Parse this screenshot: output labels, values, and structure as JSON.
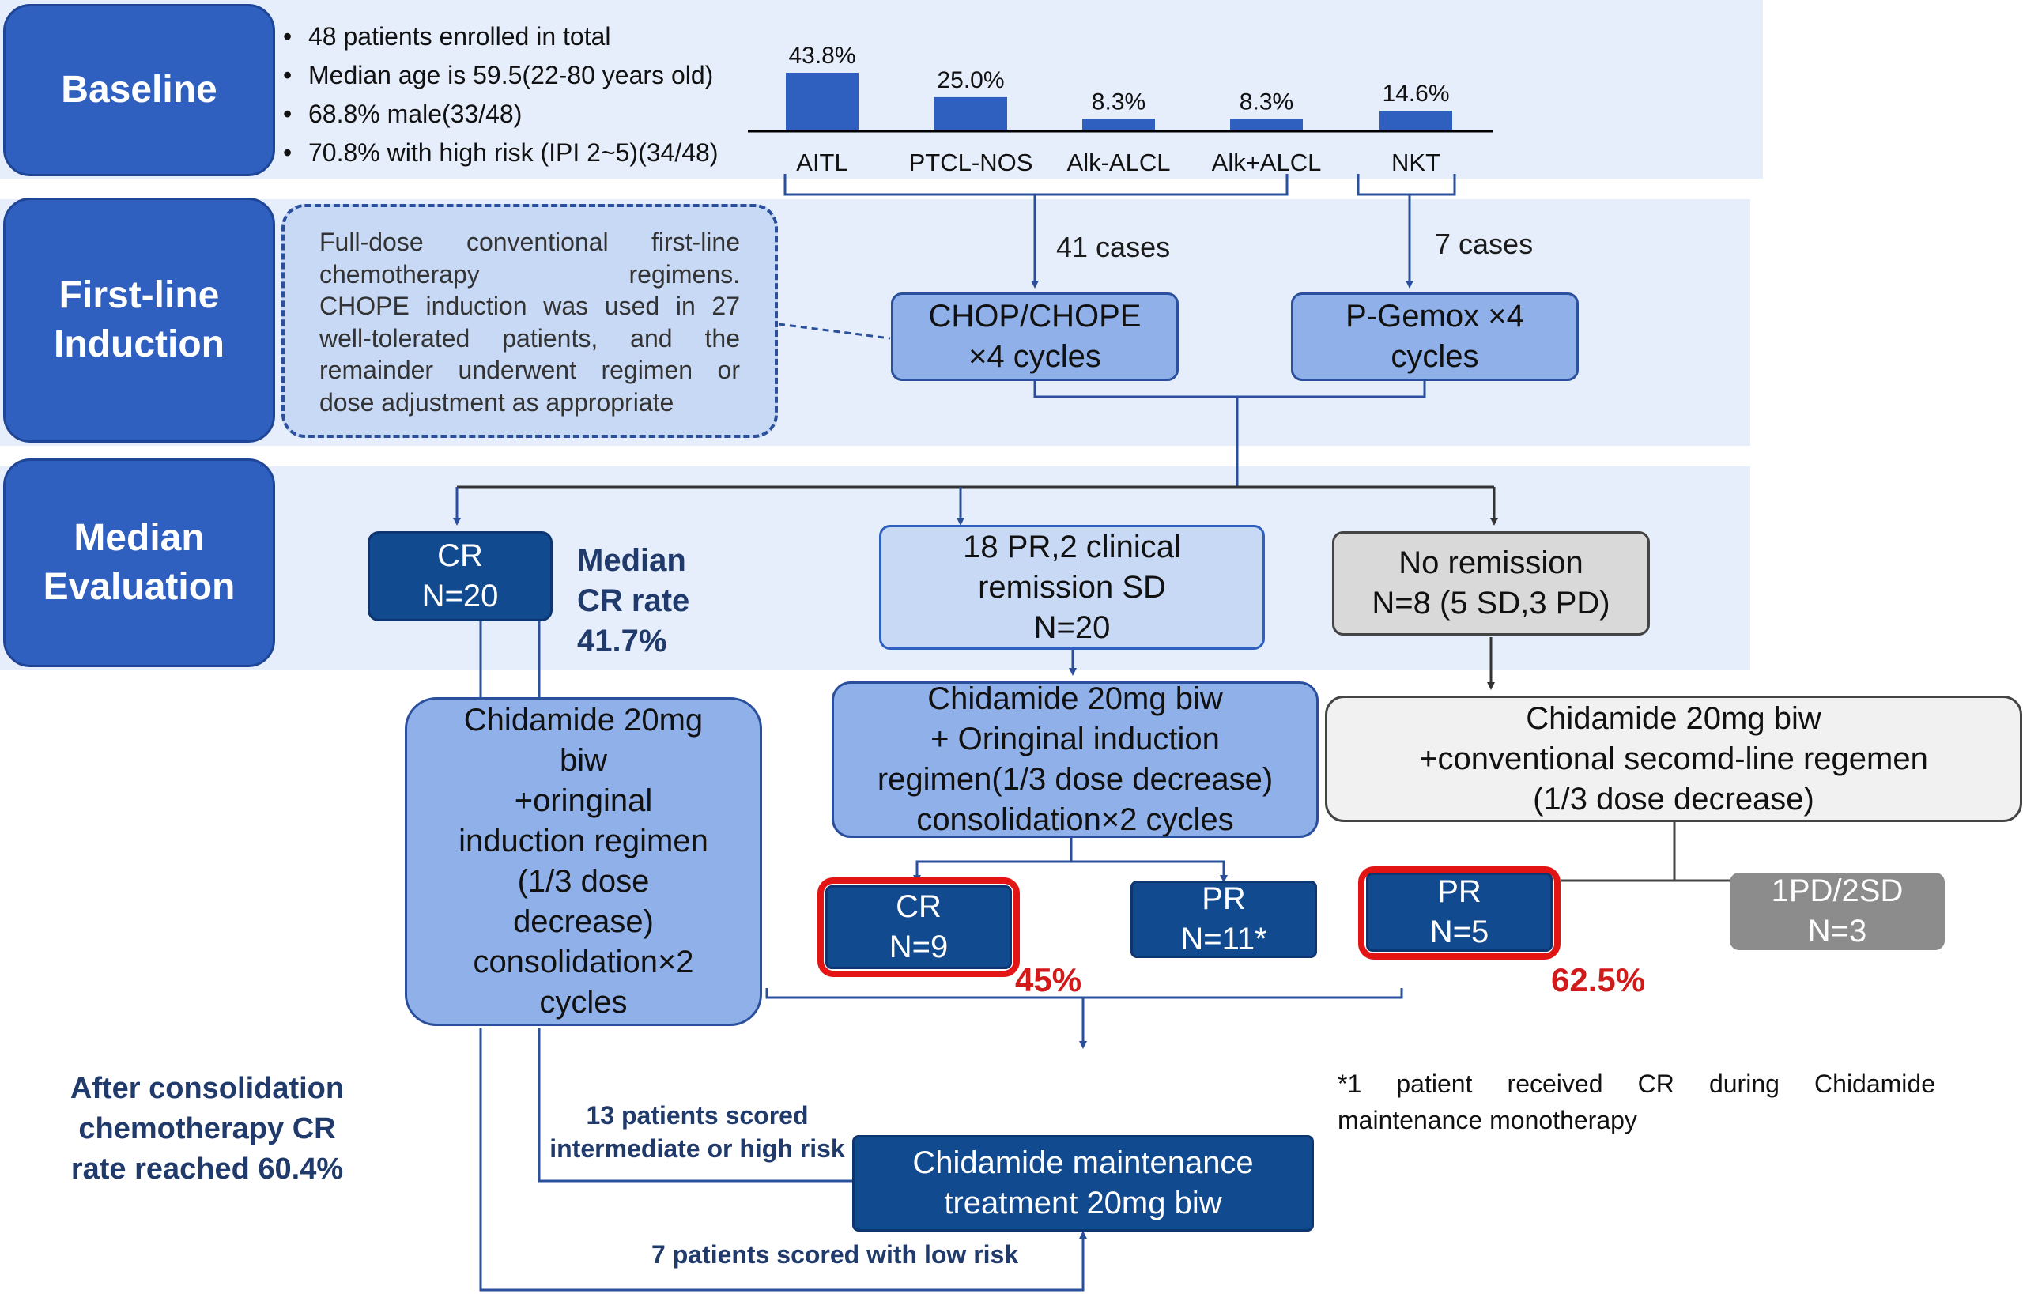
{
  "sections": {
    "baseline": "Baseline",
    "induction": [
      "First-line",
      "Induction"
    ],
    "evaluation": [
      "Median",
      "Evaluation"
    ]
  },
  "baseline_bullets": [
    "48 patients enrolled in total",
    "Median age is 59.5(22-80 years old)",
    "68.8%  male(33/48)",
    "70.8%  with high risk (IPI 2~5)(34/48)"
  ],
  "chart_data": {
    "type": "bar",
    "categories": [
      "AITL",
      "PTCL-NOS",
      "Alk-ALCL",
      "Alk+ALCL",
      "NKT"
    ],
    "values": [
      43.8,
      25.0,
      8.3,
      8.3,
      14.6
    ],
    "value_labels": [
      "43.8%",
      "25.0%",
      "8.3%",
      "8.3%",
      "14.6%"
    ],
    "ylim": [
      0,
      43.8
    ],
    "color": "#2f5fbf",
    "grid": false,
    "title": "",
    "xlabel": "",
    "ylabel": ""
  },
  "induction_note": [
    "Full-dose conventional first-line",
    "chemotherapy regimens.",
    "CHOPE induction was used in 27",
    "well-tolerated patients, and the",
    "remainder underwent regimen or",
    "dose adjustment  as appropriate"
  ],
  "cases": {
    "chop": "41 cases",
    "gemox": "7 cases"
  },
  "regimens": {
    "chop": [
      "CHOP/CHOPE",
      "×4 cycles"
    ],
    "gemox": [
      "P-Gemox ×4",
      "cycles"
    ]
  },
  "evaluation": {
    "cr": [
      "CR",
      "N=20"
    ],
    "cr_rate": [
      "Median",
      "CR rate",
      "41.7%"
    ],
    "pr": [
      "18 PR,2 clinical",
      "remission SD",
      "N=20"
    ],
    "nr": [
      "No remission",
      "N=8 (5 SD,3 PD)"
    ]
  },
  "consolidation": {
    "cr": [
      "Chidamide 20mg",
      "biw",
      "+oringinal",
      "induction regimen",
      "(1/3 dose",
      "decrease)",
      "consolidation×2",
      "cycles"
    ],
    "pr": [
      "Chidamide 20mg biw",
      "+ Oringinal induction",
      "regimen(1/3 dose decrease)",
      "consolidation×2 cycles"
    ],
    "nr": [
      "Chidamide 20mg biw",
      "+conventional secomd-line regemen",
      "(1/3 dose decrease)"
    ]
  },
  "outcomes": {
    "pr_cr": [
      "CR",
      "N=9"
    ],
    "pr_pr": [
      "PR",
      "N=11*"
    ],
    "nr_pr": [
      "PR",
      "N=5"
    ],
    "nr_pd": [
      "1PD/2SD",
      "N=3"
    ],
    "pct_45": "45%",
    "pct_625": "62.5%"
  },
  "maintenance": [
    "Chidamide maintenance",
    "treatment 20mg biw"
  ],
  "risk_labels": {
    "high": [
      "13 patients scored",
      "intermediate or high risk"
    ],
    "low": "7 patients scored with low risk"
  },
  "after_cr": [
    "After consolidation",
    "chemotherapy  CR",
    "rate reached 60.4%"
  ],
  "footnote": [
    "*1 patient received CR during Chidamide",
    "maintenance  monotherapy"
  ]
}
